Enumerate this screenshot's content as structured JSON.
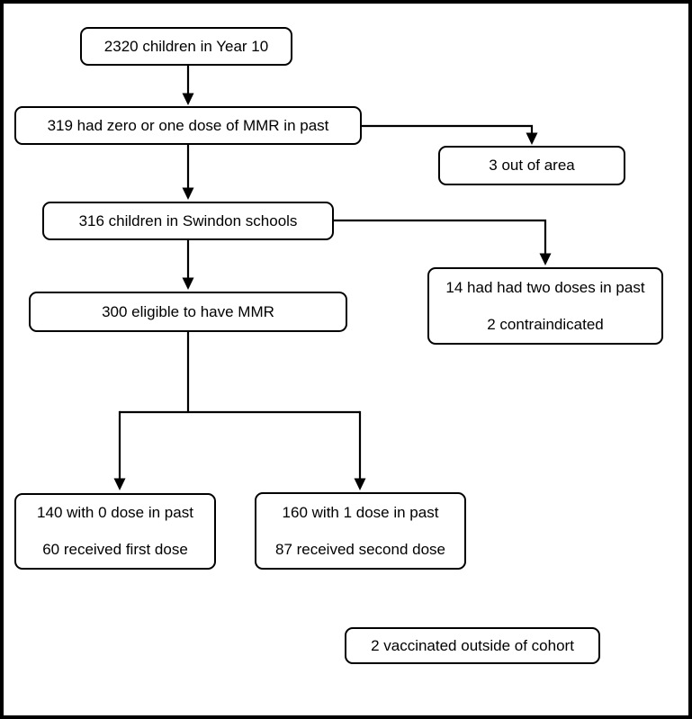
{
  "flowchart": {
    "nodes": {
      "year10": {
        "text": "2320 children in Year 10"
      },
      "zero_or_one": {
        "text": "319 had zero or one dose of MMR in past"
      },
      "out_of_area": {
        "text": "3 out of area"
      },
      "swindon": {
        "text": "316 children in Swindon schools"
      },
      "excluded": {
        "line1": "14 had had two doses in past",
        "line2": "2 contraindicated"
      },
      "eligible": {
        "text": "300 eligible to have MMR"
      },
      "zero_dose": {
        "line1": "140 with 0 dose in past",
        "line2": "60 received first dose"
      },
      "one_dose": {
        "line1": "160 with 1 dose in past",
        "line2": "87 received second dose"
      },
      "outside_cohort": {
        "text": "2 vaccinated outside of cohort"
      }
    },
    "colors": {
      "line": "#000000",
      "text": "#000000",
      "background": "#ffffff"
    }
  }
}
